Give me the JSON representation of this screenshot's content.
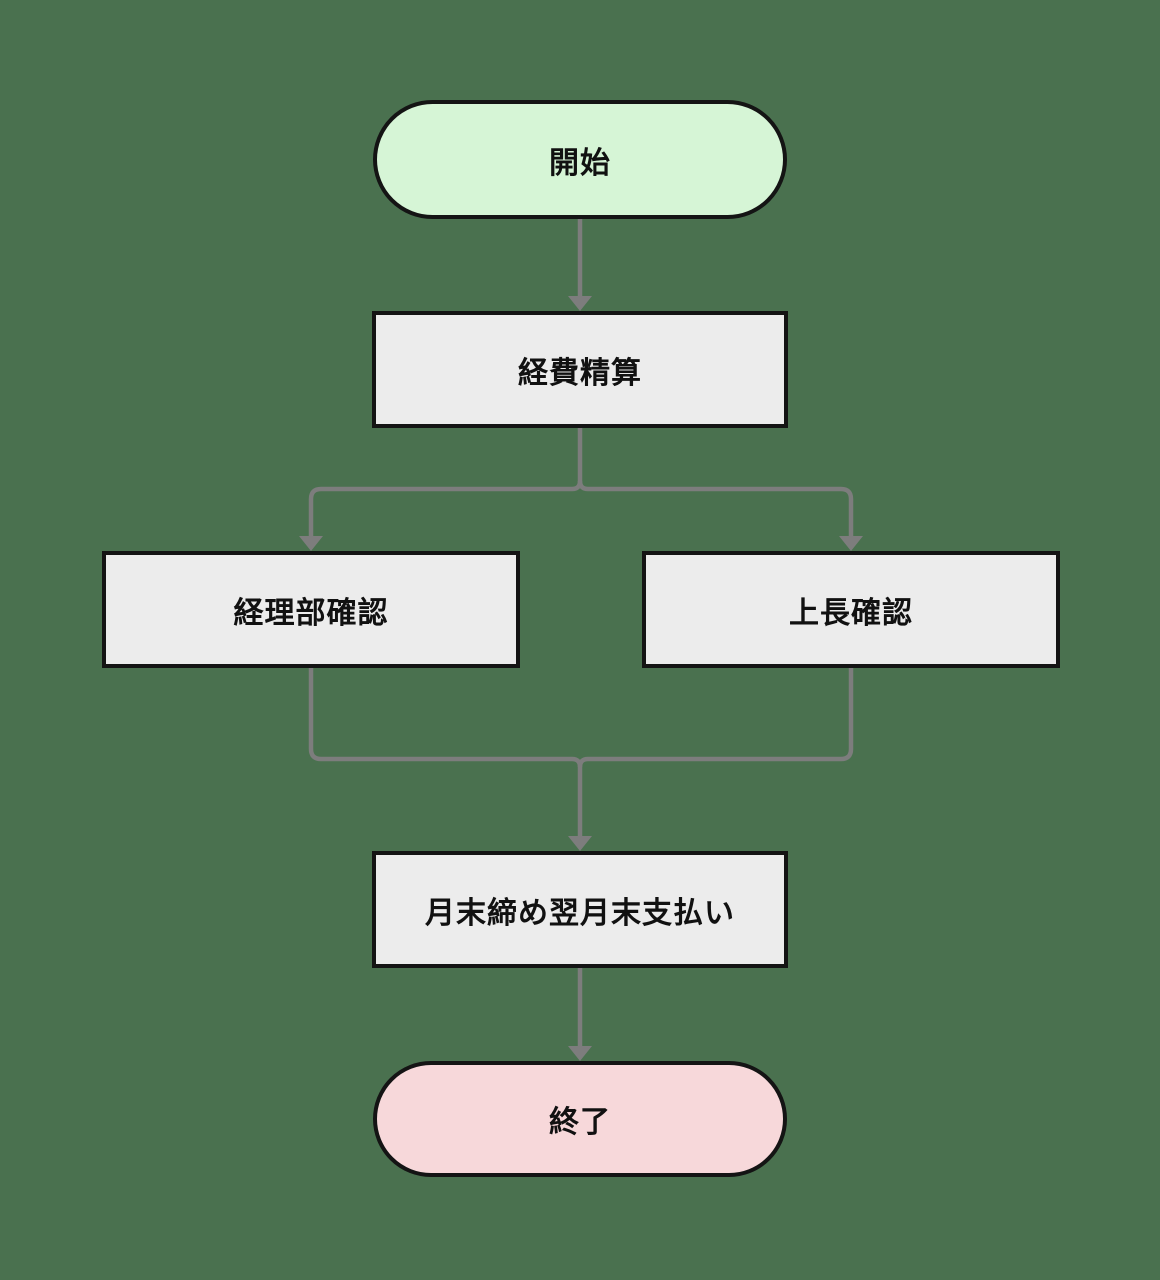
{
  "diagram": {
    "type": "flowchart",
    "direction": "top-down",
    "nodes": [
      {
        "id": "start",
        "label": "開始",
        "shape": "stadium",
        "role": "start"
      },
      {
        "id": "expense",
        "label": "経費精算",
        "shape": "rect",
        "role": "process"
      },
      {
        "id": "accounting",
        "label": "経理部確認",
        "shape": "rect",
        "role": "process"
      },
      {
        "id": "manager",
        "label": "上長確認",
        "shape": "rect",
        "role": "process"
      },
      {
        "id": "payment",
        "label": "月末締め翌月末支払い",
        "shape": "rect",
        "role": "process"
      },
      {
        "id": "end",
        "label": "終了",
        "shape": "stadium",
        "role": "end"
      }
    ],
    "edges": [
      {
        "from": "start",
        "to": "expense"
      },
      {
        "from": "expense",
        "to": "accounting"
      },
      {
        "from": "expense",
        "to": "manager"
      },
      {
        "from": "accounting",
        "to": "payment"
      },
      {
        "from": "manager",
        "to": "payment"
      },
      {
        "from": "payment",
        "to": "end"
      }
    ]
  },
  "colors": {
    "background": "#4a714f",
    "start_fill": "#d6f5d6",
    "end_fill": "#f7d8da",
    "process_fill": "#ececec",
    "border": "#141414",
    "connector": "#7d7d7d",
    "text": "#111111"
  }
}
